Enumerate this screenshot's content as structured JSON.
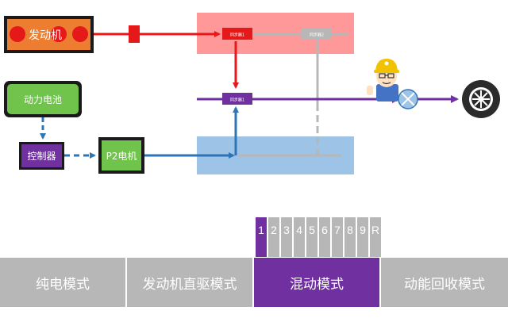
{
  "engine": {
    "label": "发动机"
  },
  "battery": {
    "label": "动力电池"
  },
  "controller": {
    "label": "控制器"
  },
  "motor": {
    "label": "P2电机"
  },
  "synchronizers": {
    "s1_top": "同步器1",
    "s2_top": "同步器2",
    "s1_mid": "同步器1"
  },
  "gears": [
    "1",
    "2",
    "3",
    "4",
    "5",
    "6",
    "7",
    "8",
    "9",
    "R"
  ],
  "active_gear": "1",
  "modes": [
    {
      "label": "纯电模式"
    },
    {
      "label": "发动机直驱模式"
    },
    {
      "label": "混动模式"
    },
    {
      "label": "动能回收模式"
    }
  ],
  "active_mode": "混动模式",
  "colors": {
    "engine_fill": "#ed7d31",
    "power_red": "#e5191a",
    "green_box": "#70c34b",
    "purple": "#7030a0",
    "electric_blue": "#2e75b6",
    "inactive_gray": "#b7b7b7",
    "pink_zone": "#ff9999",
    "blue_zone": "#9dc3e6"
  }
}
